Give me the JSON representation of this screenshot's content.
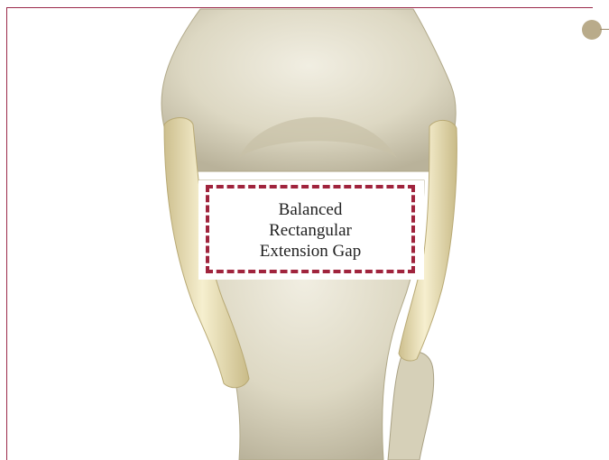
{
  "gap_label": {
    "line1": "Balanced",
    "line2": "Rectangular",
    "line3": "Extension Gap"
  },
  "colors": {
    "frame": "#9b2a4a",
    "dash": "#a0243d",
    "bone": "#e4e0cf",
    "ligament": "#ede3bd"
  }
}
